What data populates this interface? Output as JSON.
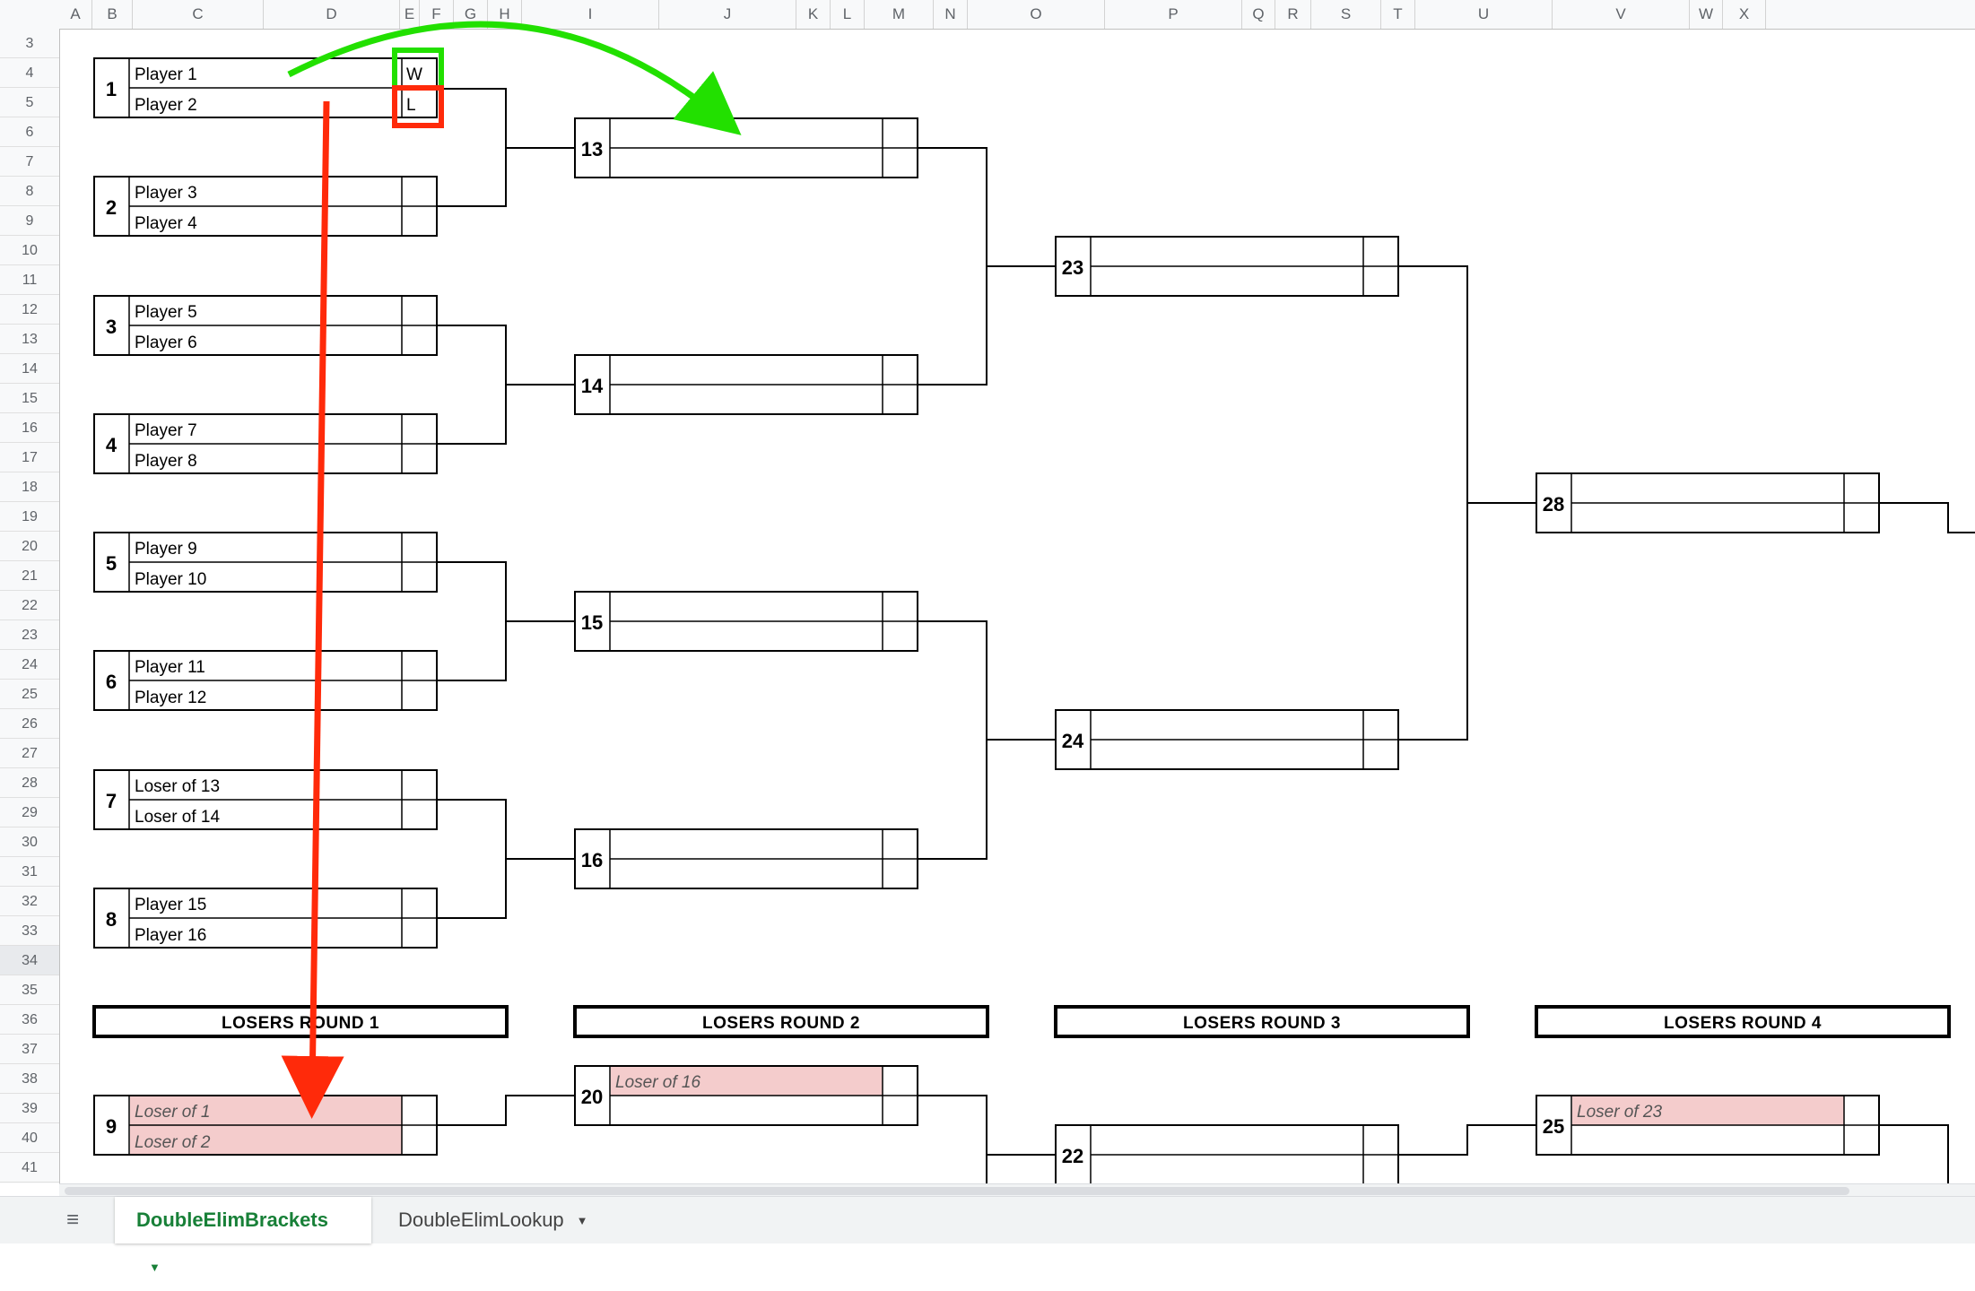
{
  "columns": [
    "A",
    "B",
    "C",
    "D",
    "E",
    "F",
    "G",
    "H",
    "I",
    "J",
    "K",
    "L",
    "M",
    "N",
    "O",
    "P",
    "Q",
    "R",
    "S",
    "T",
    "U",
    "V",
    "W",
    "X"
  ],
  "rows": [
    "3",
    "4",
    "5",
    "6",
    "7",
    "8",
    "9",
    "10",
    "11",
    "12",
    "13",
    "14",
    "15",
    "16",
    "17",
    "18",
    "19",
    "20",
    "21",
    "22",
    "23",
    "24",
    "25",
    "26",
    "27",
    "28",
    "29",
    "30",
    "31",
    "32",
    "33",
    "34",
    "35",
    "36",
    "37",
    "38",
    "39",
    "40",
    "41"
  ],
  "selected_row": "34",
  "round1": [
    {
      "seed": "1",
      "top": "Player 1",
      "bottom": "Player 2"
    },
    {
      "seed": "2",
      "top": "Player 3",
      "bottom": "Player 4"
    },
    {
      "seed": "3",
      "top": "Player 5",
      "bottom": "Player 6"
    },
    {
      "seed": "4",
      "top": "Player 7",
      "bottom": "Player 8"
    },
    {
      "seed": "5",
      "top": "Player 9",
      "bottom": "Player 10"
    },
    {
      "seed": "6",
      "top": "Player 11",
      "bottom": "Player 12"
    },
    {
      "seed": "7",
      "top": "Loser of 13",
      "bottom": "Loser of 14"
    },
    {
      "seed": "8",
      "top": "Player 15",
      "bottom": "Player 16"
    }
  ],
  "result_w": "W",
  "result_l": "L",
  "round2_seeds": [
    "13",
    "14",
    "15",
    "16"
  ],
  "round3_seeds": [
    "23",
    "24"
  ],
  "round4_seed": "28",
  "losers_headers": [
    "LOSERS ROUND 1",
    "LOSERS ROUND 2",
    "LOSERS ROUND 3",
    "LOSERS ROUND 4"
  ],
  "losers_matches": [
    {
      "seed": "9",
      "top": "Loser of 1",
      "bottom": "Loser of 2"
    },
    {
      "seed": "20",
      "top": "Loser of 16",
      "bottom": ""
    },
    {
      "seed": "22",
      "top": "",
      "bottom": ""
    },
    {
      "seed": "25",
      "top": "Loser of 23",
      "bottom": ""
    }
  ],
  "colors": {
    "winner_arrow": "#22e000",
    "loser_arrow": "#ff2a0a",
    "loser_fill": "#f4cccc",
    "active_tab": "#188038"
  },
  "tabs": [
    {
      "label": "DoubleElimBrackets",
      "active": true
    },
    {
      "label": "DoubleElimLookup",
      "active": false
    }
  ],
  "icons": {
    "sheets_menu": "hamburger-list-icon",
    "tab_menu": "caret-down-icon"
  }
}
